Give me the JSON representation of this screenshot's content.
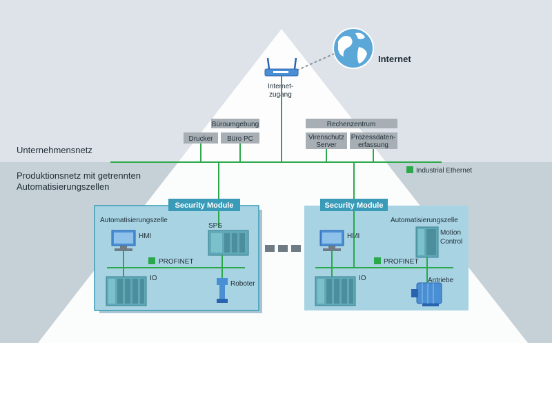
{
  "internet": {
    "label": "Internet"
  },
  "router": {
    "label_line1": "Internet-",
    "label_line2": "zugang"
  },
  "office": {
    "title": "Büroumgebung",
    "items": [
      "Drucker",
      "Büro PC"
    ]
  },
  "datacenter": {
    "title": "Rechenzentrum",
    "item1_line1": "Virenschutz",
    "item1_line2": "Server",
    "item2_line1": "Prozessdaten-",
    "item2_line2": "erfassung"
  },
  "zones": {
    "corporate": "Unternehmensnetz",
    "production_line1": "Produktionsnetz mit getrennten",
    "production_line2": "Automatisierungszellen"
  },
  "legend": {
    "industrial_ethernet": "Industrial Ethernet",
    "color": "#2aa84a"
  },
  "cell_left": {
    "security_module": "Security Module",
    "title": "Automatisierungszelle",
    "hmi": "HMI",
    "sps": "SPS",
    "profinet": "PROFINET",
    "io": "IO",
    "robot": "Roboter"
  },
  "cell_right": {
    "security_module": "Security Module",
    "title": "Automatisierungszelle",
    "hmi": "HMI",
    "motion_line1": "Motion",
    "motion_line2": "Control",
    "profinet": "PROFINET",
    "io": "IO",
    "drives": "Antriebe"
  },
  "colors": {
    "network": "#2aa84a",
    "module": "#3a9bb8",
    "cell": "#a8d3e2"
  }
}
